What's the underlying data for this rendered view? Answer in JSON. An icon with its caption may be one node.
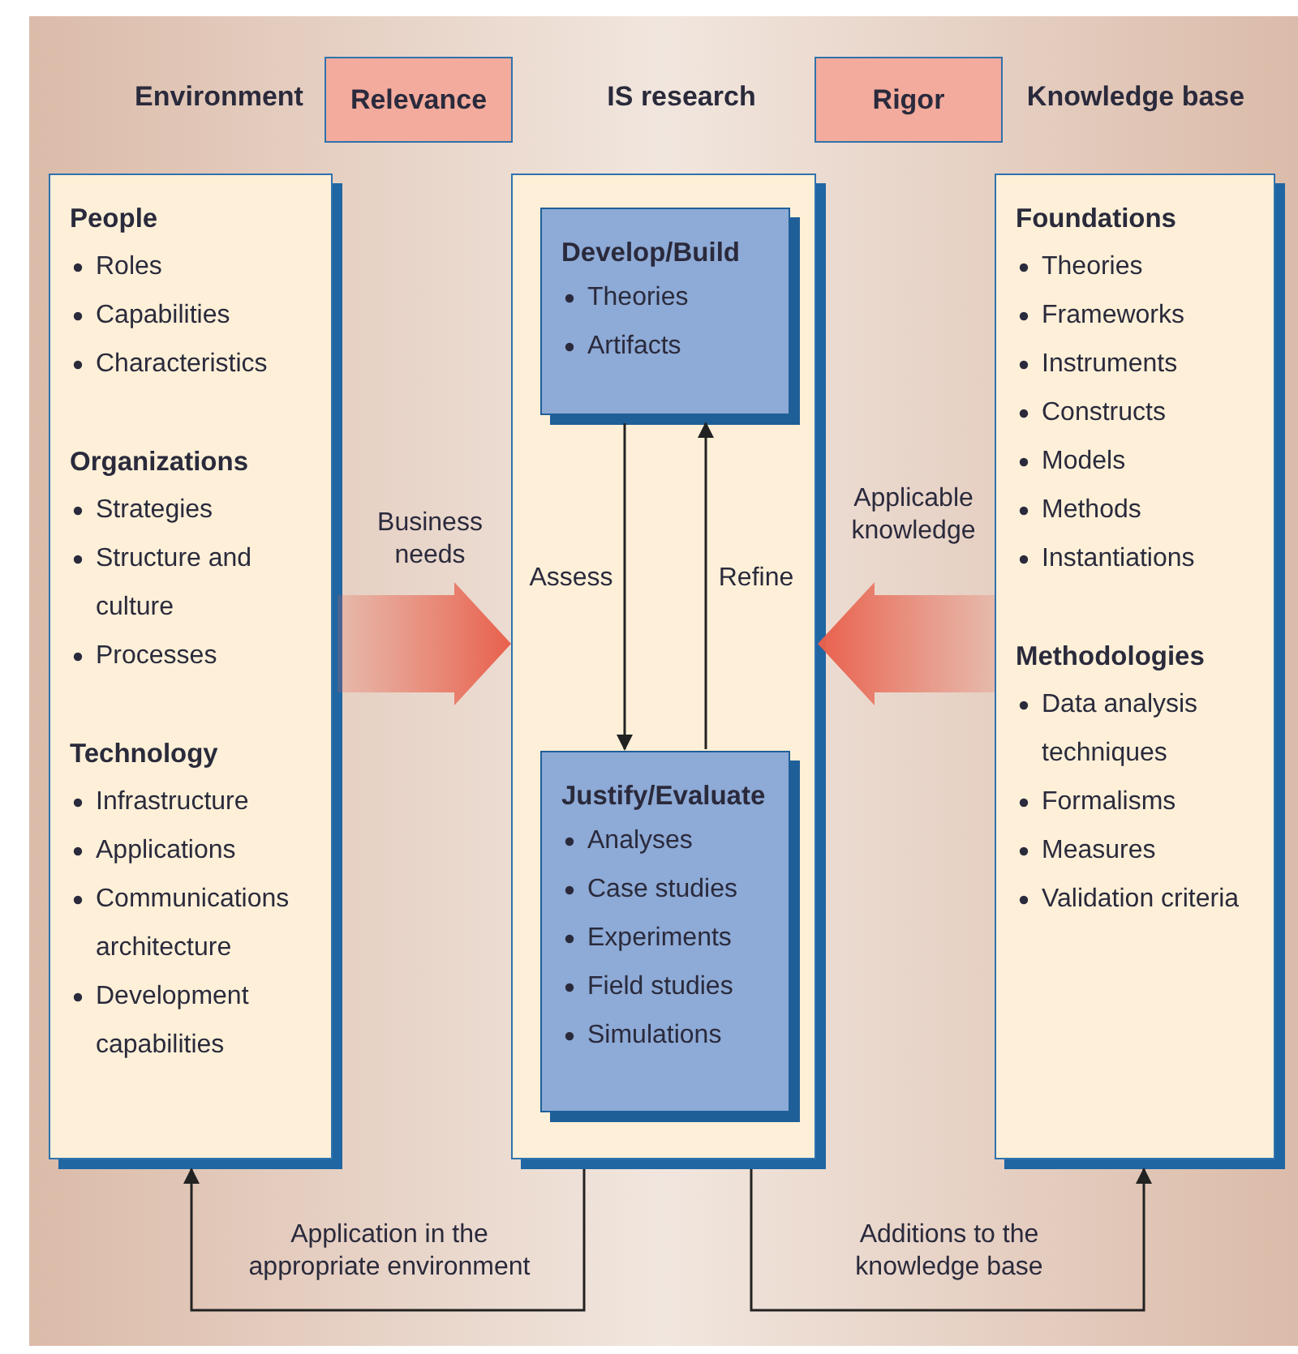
{
  "diagram": {
    "nodes": [
      {
        "text": [
          "Relevance"
        ]
      },
      {
        "text": [
          "Rigor"
        ]
      },
      {
        "text": [
          "People",
          "Roles",
          "Capabilities",
          "Characteristics",
          "Organizations",
          "Strategies",
          "Structure and culture",
          "Processes",
          "Technology",
          "Infrastructure",
          "Applications",
          "Communications architecture",
          "Development capabilities"
        ]
      },
      {
        "text": [],
        "shape": "box"
      },
      {
        "text": [
          "Develop/Build",
          "Theories",
          "Artifacts"
        ],
        "in": 3
      },
      {
        "text": [
          "Justify/Evaluate",
          "Analyses",
          "Case studies",
          "Experiments",
          "Field studies",
          "Simulations"
        ],
        "in": 3
      },
      {
        "text": [
          "Foundations",
          "Theories",
          "Frameworks",
          "Instruments",
          "Constructs",
          "Models",
          "Methods",
          "Instantiations",
          "Methodologies",
          "Data analysis techniques",
          "Formalisms",
          "Measures",
          "Validation criteria"
        ]
      }
    ],
    "labels": [
      "Environment",
      "IS research",
      "Knowledge base"
    ],
    "edges": [
      {
        "from": 2,
        "to": 3,
        "arrow": "to",
        "label": "Business needs",
        "style": "thick",
        "color": "#e8604c"
      },
      {
        "from": 6,
        "to": 3,
        "arrow": "to",
        "label": "Applicable knowledge",
        "style": "thick",
        "color": "#e8604c"
      },
      {
        "from": 4,
        "to": 5,
        "arrow": "to",
        "label": "Assess"
      },
      {
        "from": 5,
        "to": 4,
        "arrow": "to",
        "label": "Refine"
      },
      {
        "from": 3,
        "to": 2,
        "arrow": "to",
        "label": "Application in the appropriate environment"
      },
      {
        "from": 3,
        "to": 6,
        "arrow": "to",
        "label": "Additions to the knowledge base"
      }
    ]
  }
}
